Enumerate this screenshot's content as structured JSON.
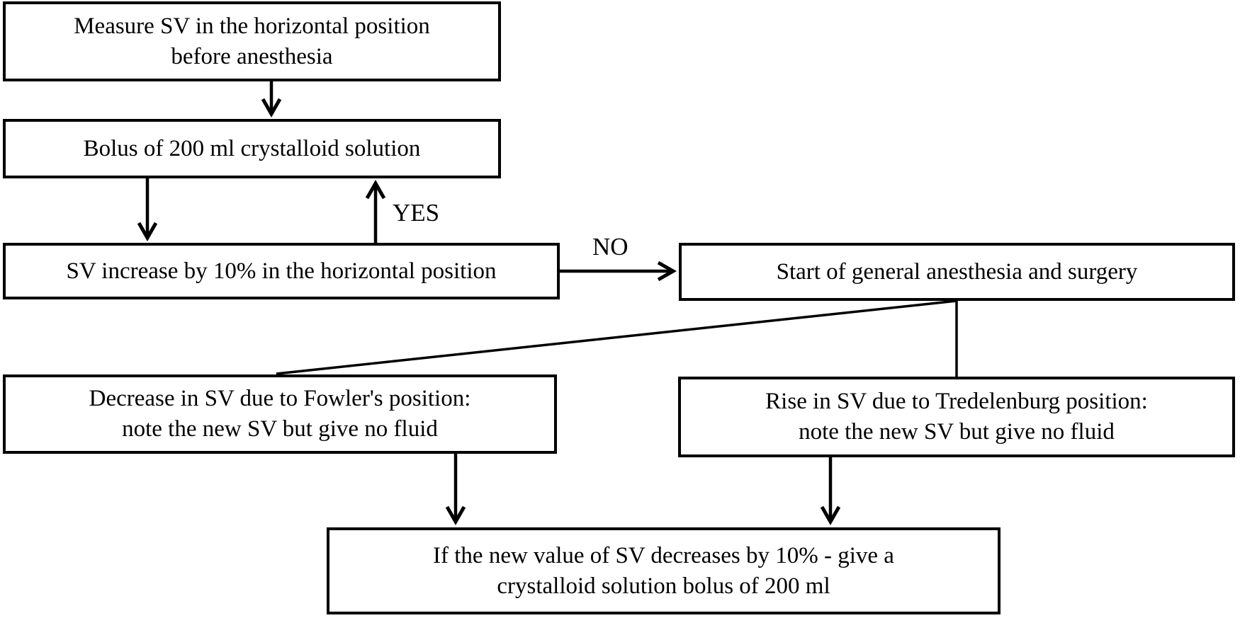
{
  "figure": {
    "type": "flowchart",
    "background_color": "#ffffff",
    "line_color": "#000000",
    "text_color": "#000000"
  },
  "nodes": [
    {
      "id": "measure-sv",
      "text": "Measure SV in the horizontal position\nbefore anesthesia"
    },
    {
      "id": "bolus-200ml",
      "text": "Bolus of 200 ml crystalloid solution"
    },
    {
      "id": "sv-increase-check",
      "text": "SV increase by 10% in the horizontal position"
    },
    {
      "id": "start-anesthesia",
      "text": "Start of general anesthesia and surgery"
    },
    {
      "id": "fowler-position",
      "text": "Decrease in SV due to Fowler's position:\nnote the new SV but give no fluid"
    },
    {
      "id": "trendelenburg-position",
      "text": "Rise in SV due to Tredelenburg position:\nnote the new SV but give no fluid"
    },
    {
      "id": "crystalloid-if-drop",
      "text": "If the new value of SV decreases by 10% - give a\ncrystalloid solution bolus of 200 ml"
    }
  ],
  "edge_labels": {
    "yes": "YES",
    "no": "NO"
  }
}
